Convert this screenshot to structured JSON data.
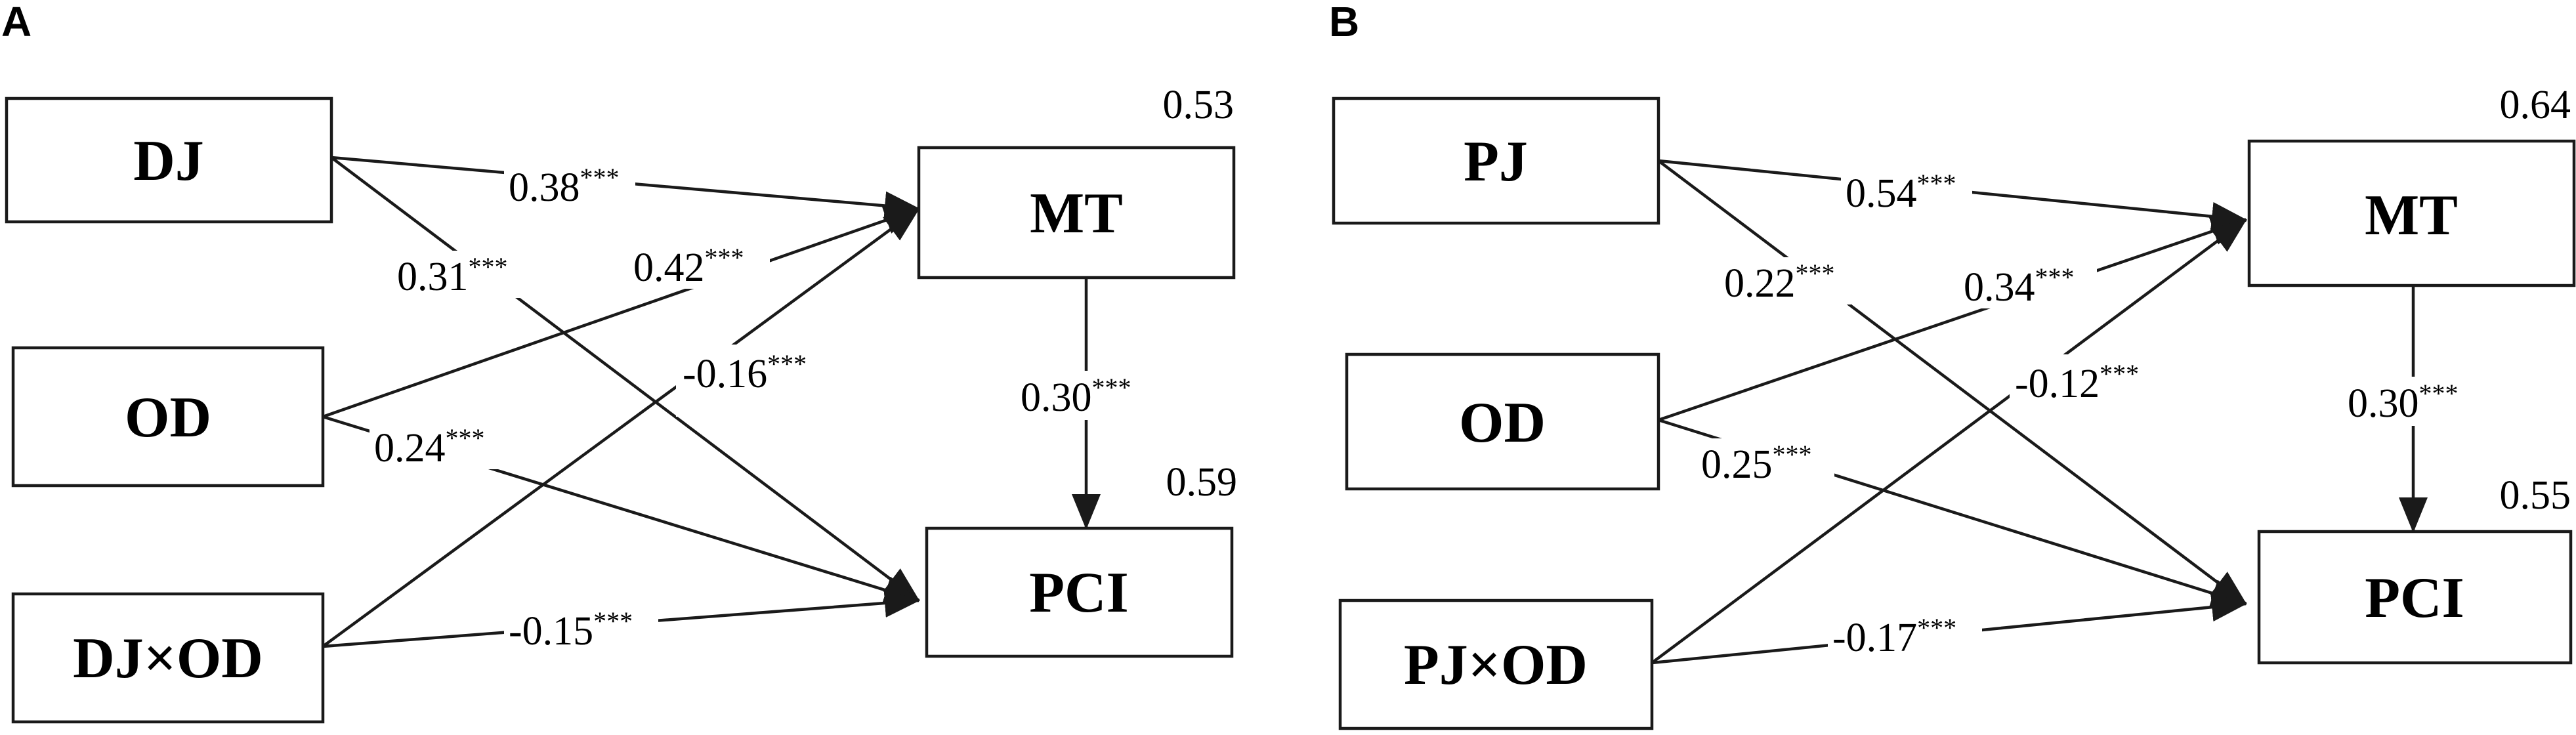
{
  "colors": {
    "line": "#1a1a1a",
    "background": "#ffffff",
    "text": "#000000"
  },
  "panels": [
    {
      "label": "A",
      "nodes": {
        "dj": "DJ",
        "od": "OD",
        "int": "DJ×OD",
        "mt": "MT",
        "pci": "PCI"
      },
      "r2": {
        "mt": "0.53",
        "pci": "0.59"
      },
      "paths": {
        "dj_mt": {
          "value": "0.38",
          "sig": "***"
        },
        "dj_pci": {
          "value": "0.31",
          "sig": "***"
        },
        "od_mt": {
          "value": "0.42",
          "sig": "***"
        },
        "od_pci": {
          "value": "0.24",
          "sig": "***"
        },
        "int_mt": {
          "value": "-0.16",
          "sig": "***"
        },
        "int_pci": {
          "value": "-0.15",
          "sig": "***"
        },
        "mt_pci": {
          "value": "0.30",
          "sig": "***"
        }
      }
    },
    {
      "label": "B",
      "nodes": {
        "dj": "PJ",
        "od": "OD",
        "int": "PJ×OD",
        "mt": "MT",
        "pci": "PCI"
      },
      "r2": {
        "mt": "0.64",
        "pci": "0.55"
      },
      "paths": {
        "dj_mt": {
          "value": "0.54",
          "sig": "***"
        },
        "dj_pci": {
          "value": "0.22",
          "sig": "***"
        },
        "od_mt": {
          "value": "0.34",
          "sig": "***"
        },
        "od_pci": {
          "value": "0.25",
          "sig": "***"
        },
        "int_mt": {
          "value": "-0.12",
          "sig": "***"
        },
        "int_pci": {
          "value": "-0.17",
          "sig": "***"
        },
        "mt_pci": {
          "value": "0.30",
          "sig": "***"
        }
      }
    }
  ]
}
